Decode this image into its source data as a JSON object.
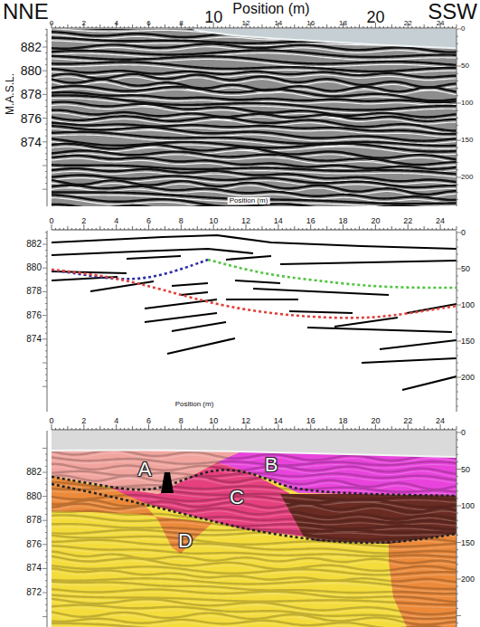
{
  "diagram": {
    "labels": [
      "NNE",
      "Position (m)",
      "SSW",
      "0",
      "2",
      "4",
      "6",
      "8",
      "10",
      "12",
      "14",
      "16",
      "18",
      "20",
      "22",
      "24",
      "882",
      "880",
      "878",
      "876",
      "874",
      "M.A.S.L.",
      "0",
      "50",
      "100",
      "150",
      "200",
      "Position (m)",
      "0",
      "2",
      "4",
      "6",
      "8",
      "10",
      "12",
      "14",
      "16",
      "18",
      "20",
      "22",
      "24",
      "882",
      "880",
      "878",
      "876",
      "874",
      "0",
      "50",
      "100",
      "150",
      "200",
      "Position (m)",
      "0",
      "2",
      "4",
      "6",
      "8",
      "10",
      "12",
      "14",
      "16",
      "18",
      "20",
      "22",
      "24",
      "882",
      "880",
      "878",
      "876",
      "874",
      "872",
      "0",
      "50",
      "100",
      "150",
      "200",
      "A",
      "B",
      "C",
      "D"
    ]
  }
}
